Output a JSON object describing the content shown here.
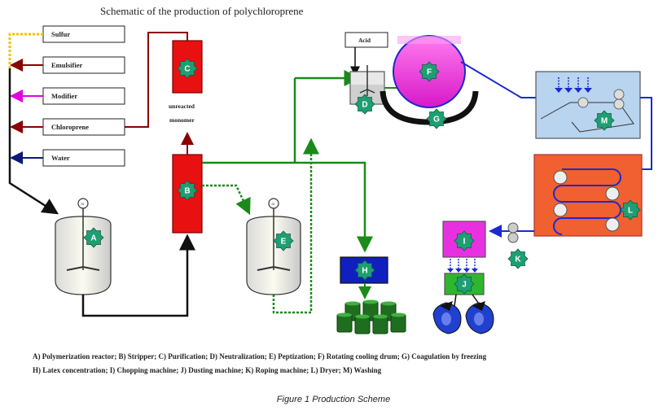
{
  "title": "Schematic of the production of polychloroprene",
  "feeds": [
    {
      "label": "Sulfur",
      "line": "#f2c200"
    },
    {
      "label": "Emulsifier",
      "line": "#8b0000"
    },
    {
      "label": "Modifier",
      "line": "#e000e0"
    },
    {
      "label": "Chloroprene",
      "line": "#8b0000"
    },
    {
      "label": "Water",
      "line": "#0a1a7a"
    }
  ],
  "acid_label": "Acid",
  "unreacted_label_1": "unreacted",
  "unreacted_label_2": "monomer",
  "units": {
    "A": "A",
    "B": "B",
    "C": "C",
    "D": "D",
    "E": "E",
    "F": "F",
    "G": "G",
    "H": "H",
    "I": "I",
    "J": "J",
    "K": "K",
    "L": "L",
    "M": "M"
  },
  "legend_line_1": "A) Polymerization reactor; B) Stripper; C) Purification; D) Neutralization; E) Peptization; F) Rotating cooling drum; G) Coagulation by freezing",
  "legend_line_2": "H) Latex concentration; I) Chopping machine; J) Dusting machine; K) Roping machine; L) Dryer; M) Washing",
  "caption": "Figure 1 Production Scheme",
  "colors": {
    "red_unit": "#e81010",
    "green_line": "#1a8a1a",
    "blue_line": "#1a2ad0",
    "badge": "#1f9e73",
    "dryer": "#f06030",
    "washer": "#b8d4ee",
    "drum": "#f040e0",
    "chopper": "#e830e0",
    "duster": "#2fb62f",
    "conc": "#1020c0"
  }
}
